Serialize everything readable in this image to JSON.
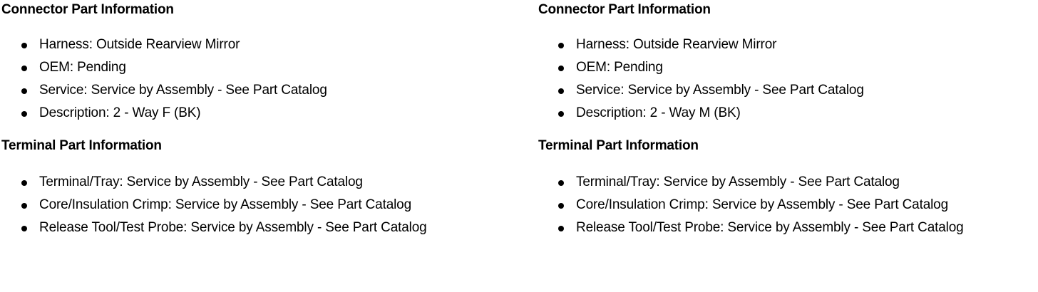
{
  "document": {
    "background_color": "#ffffff",
    "text_color": "#000000"
  },
  "columns": [
    {
      "id": "left",
      "connector": {
        "heading": "Connector Part Information",
        "items": [
          "Harness: Outside Rearview Mirror",
          "OEM: Pending",
          "Service: Service by Assembly - See Part Catalog",
          "Description: 2 - Way F (BK)"
        ]
      },
      "terminal": {
        "heading": "Terminal Part Information",
        "items": [
          "Terminal/Tray: Service by Assembly - See Part Catalog",
          "Core/Insulation Crimp: Service by Assembly - See Part Catalog",
          "Release Tool/Test Probe: Service by Assembly - See Part Catalog"
        ]
      }
    },
    {
      "id": "right",
      "connector": {
        "heading": "Connector Part Information",
        "items": [
          "Harness: Outside Rearview Mirror",
          "OEM: Pending",
          "Service: Service by Assembly - See Part Catalog",
          "Description: 2 - Way M (BK)"
        ]
      },
      "terminal": {
        "heading": "Terminal Part Information",
        "items": [
          "Terminal/Tray: Service by Assembly - See Part Catalog",
          "Core/Insulation Crimp: Service by Assembly - See Part Catalog",
          "Release Tool/Test Probe: Service by Assembly - See Part Catalog"
        ]
      }
    }
  ]
}
